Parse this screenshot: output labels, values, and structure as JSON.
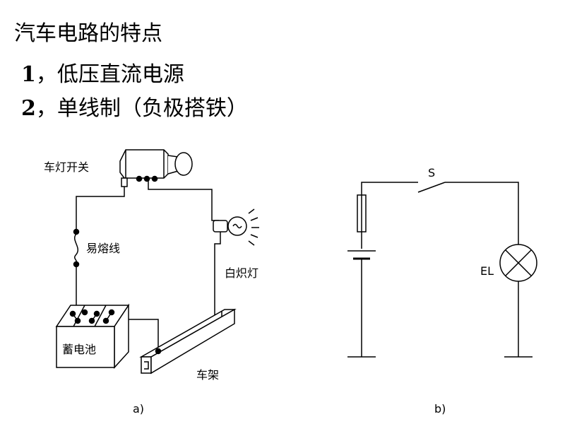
{
  "header": {
    "title": "汽车电路的特点",
    "points": [
      {
        "num": "1",
        "sep": "，",
        "text": "低压直流电源"
      },
      {
        "num": "2",
        "sep": "，",
        "text": "单线制（负极搭铁）"
      }
    ]
  },
  "diagram_a": {
    "caption": "a)",
    "labels": {
      "switch": "车灯开关",
      "fuse": "易熔线",
      "lamp": "白炽灯",
      "battery": "蓄电池",
      "frame": "车架"
    }
  },
  "diagram_b": {
    "caption": "b)",
    "labels": {
      "switch": "S",
      "lamp": "EL"
    }
  }
}
